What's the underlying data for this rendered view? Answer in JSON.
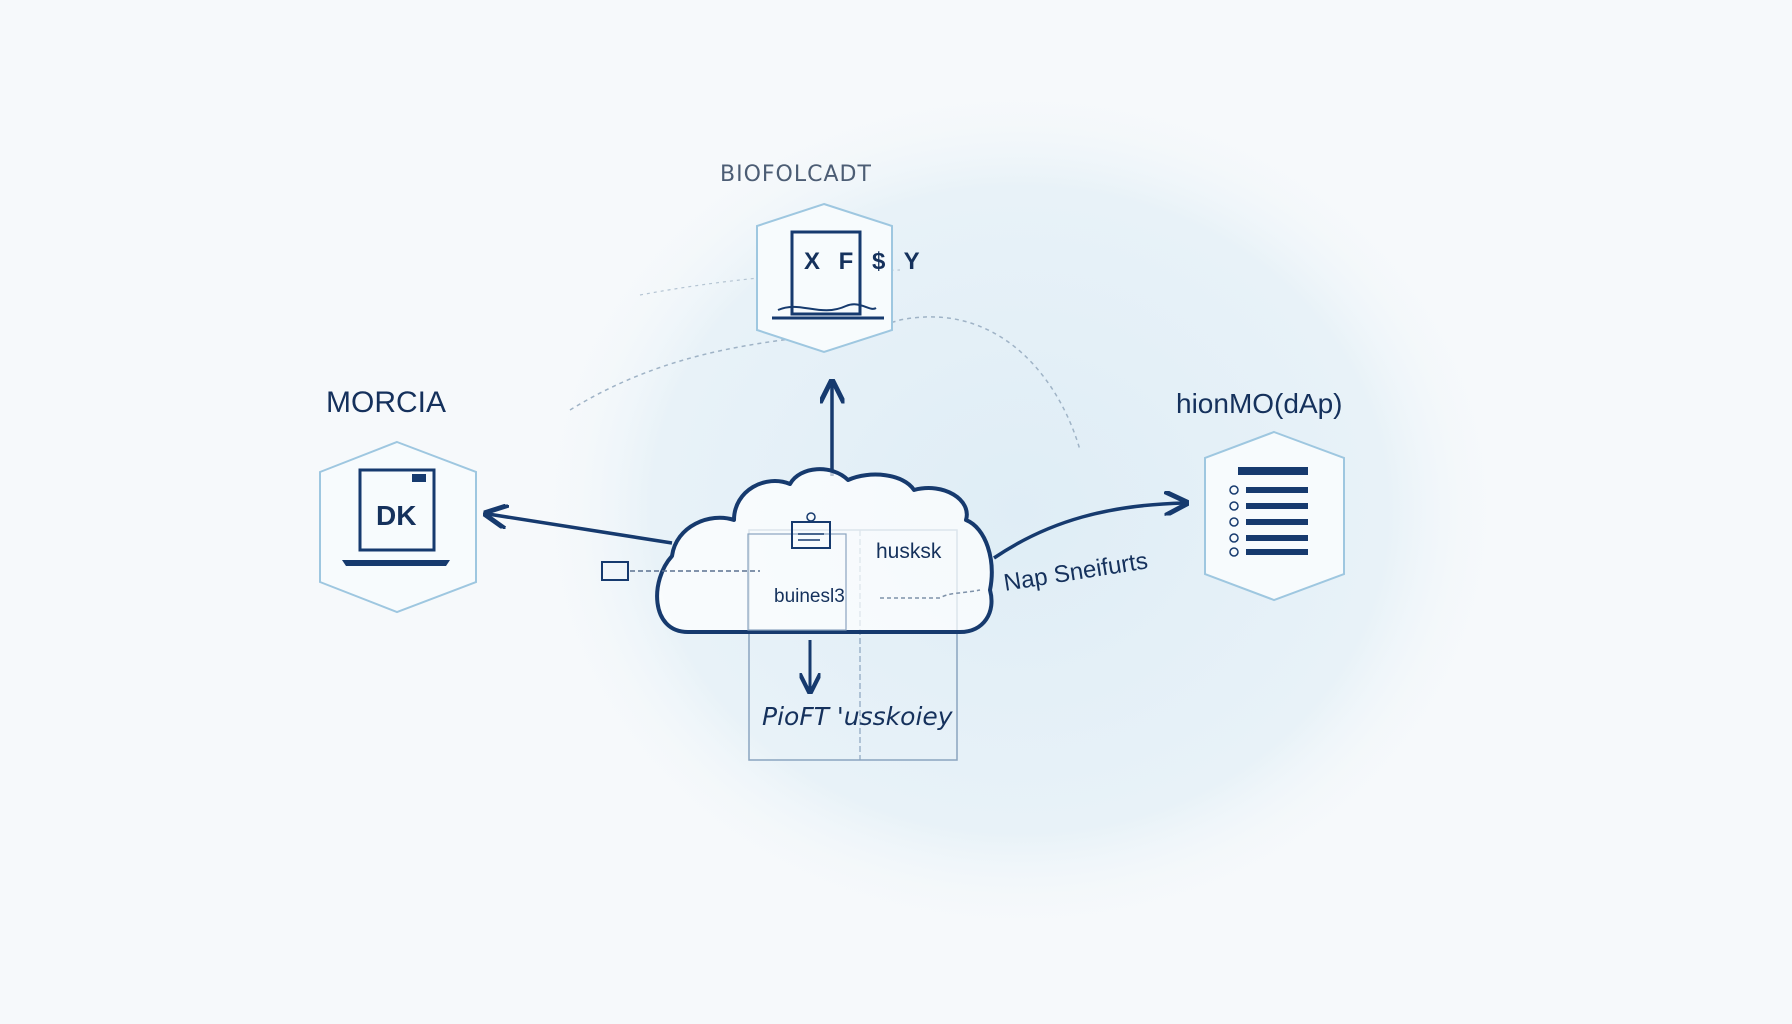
{
  "diagram": {
    "center": {
      "label_husk": "husksk",
      "label_business": "buinesl3"
    },
    "nodes": {
      "top": {
        "label": "BIOFOLCADT",
        "icon": "ledger-document-icon",
        "icon_text": "X F $ Y"
      },
      "left": {
        "label": "MORCIA",
        "icon": "laptop-icon",
        "icon_text": "DK"
      },
      "right": {
        "label": "hionMO(dAp)",
        "icon": "list-document-icon"
      }
    },
    "connectors": {
      "right_label": "Nap Sneifurts",
      "bottom_label": "PioFT 'usskoiey"
    },
    "colors": {
      "primary": "#163a6e",
      "hexagon_stroke": "#9ec7e0",
      "background": "#f6f9fb",
      "glow": "#e6f1f8"
    }
  }
}
